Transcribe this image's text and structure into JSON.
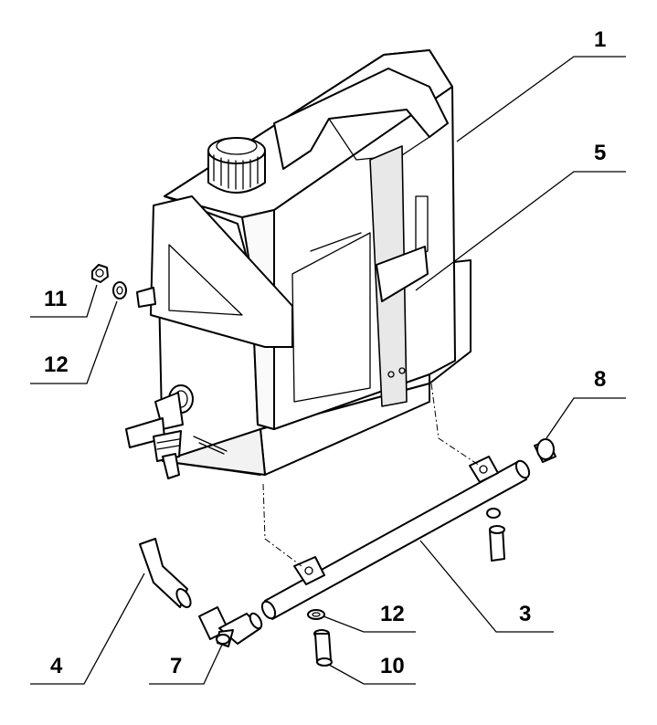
{
  "callouts": {
    "c1": "1",
    "c5": "5",
    "c8": "8",
    "c11": "11",
    "c12a": "12",
    "c3": "3",
    "c12b": "12",
    "c10": "10",
    "c4": "4",
    "c7": "7"
  }
}
